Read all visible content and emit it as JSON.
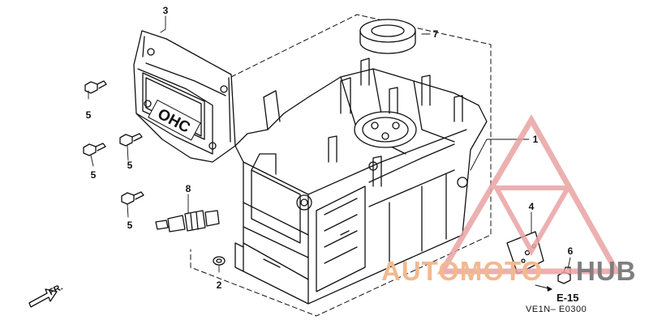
{
  "callouts": {
    "p1": "1",
    "p2": "2",
    "p3": "3",
    "p4": "4",
    "p5a": "5",
    "p5b": "5",
    "p5c": "5",
    "p5d": "5",
    "p6": "6",
    "p7": "7",
    "p8": "8"
  },
  "cover_text": "OHC",
  "reference": "E-15",
  "diagram_code": "VE1N– E0300",
  "direction_label": "FR.",
  "watermark": {
    "part1": "AUTOMOTO",
    "part2": "HUB",
    "color_primary": "#f2b98e",
    "color_secondary": "#7f7f7f",
    "logo_color": "#e9a3a3"
  }
}
